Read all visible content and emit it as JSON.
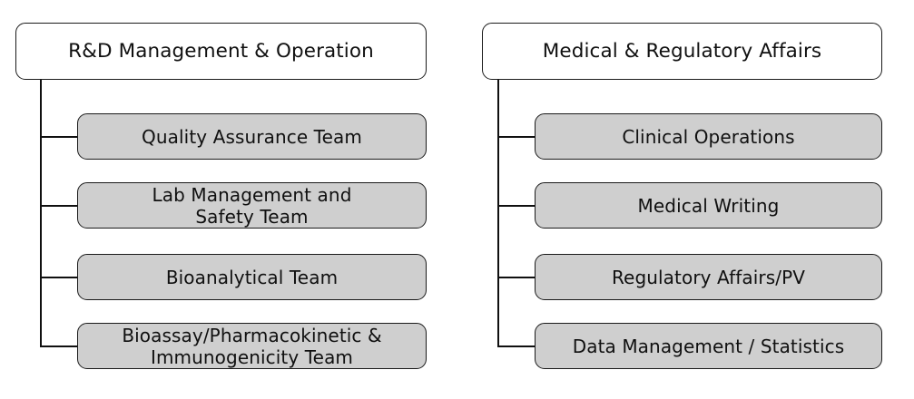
{
  "diagram": {
    "type": "organization-chart",
    "title_visible": false,
    "background_color": "#ffffff",
    "node_fill_root": "#ffffff",
    "node_fill_child": "#cfcfcf",
    "node_border_color": "#1a1a1a",
    "connector_color": "#101010",
    "columns": [
      {
        "id": "rnd",
        "root": {
          "label": "R&D Management & Operation"
        },
        "children": [
          {
            "label": "Quality Assurance Team"
          },
          {
            "label": "Lab Management and\nSafety Team"
          },
          {
            "label": "Bioanalytical Team"
          },
          {
            "label": "Bioassay/Pharmacokinetic &\nImmunogenicity Team"
          }
        ]
      },
      {
        "id": "mra",
        "root": {
          "label": "Medical & Regulatory Affairs"
        },
        "children": [
          {
            "label": "Clinical Operations"
          },
          {
            "label": "Medical Writing"
          },
          {
            "label": "Regulatory Affairs/PV"
          },
          {
            "label": "Data Management / Statistics"
          }
        ]
      }
    ]
  }
}
